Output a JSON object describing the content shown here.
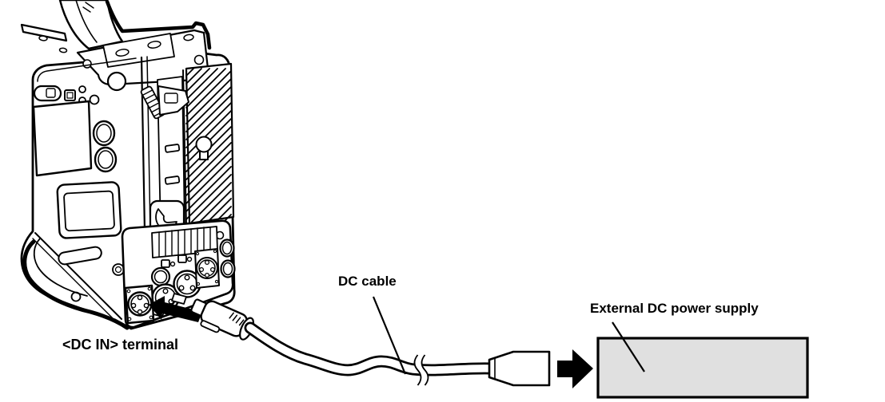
{
  "diagram": {
    "labels": {
      "dc_in_terminal": "<DC IN> terminal",
      "dc_cable": "DC cable",
      "external_dc_power_supply": "External DC power supply"
    },
    "colors": {
      "line": "#000000",
      "power_supply_fill": "#e0e0e0",
      "background": "#ffffff",
      "arrow": "#000000"
    }
  }
}
